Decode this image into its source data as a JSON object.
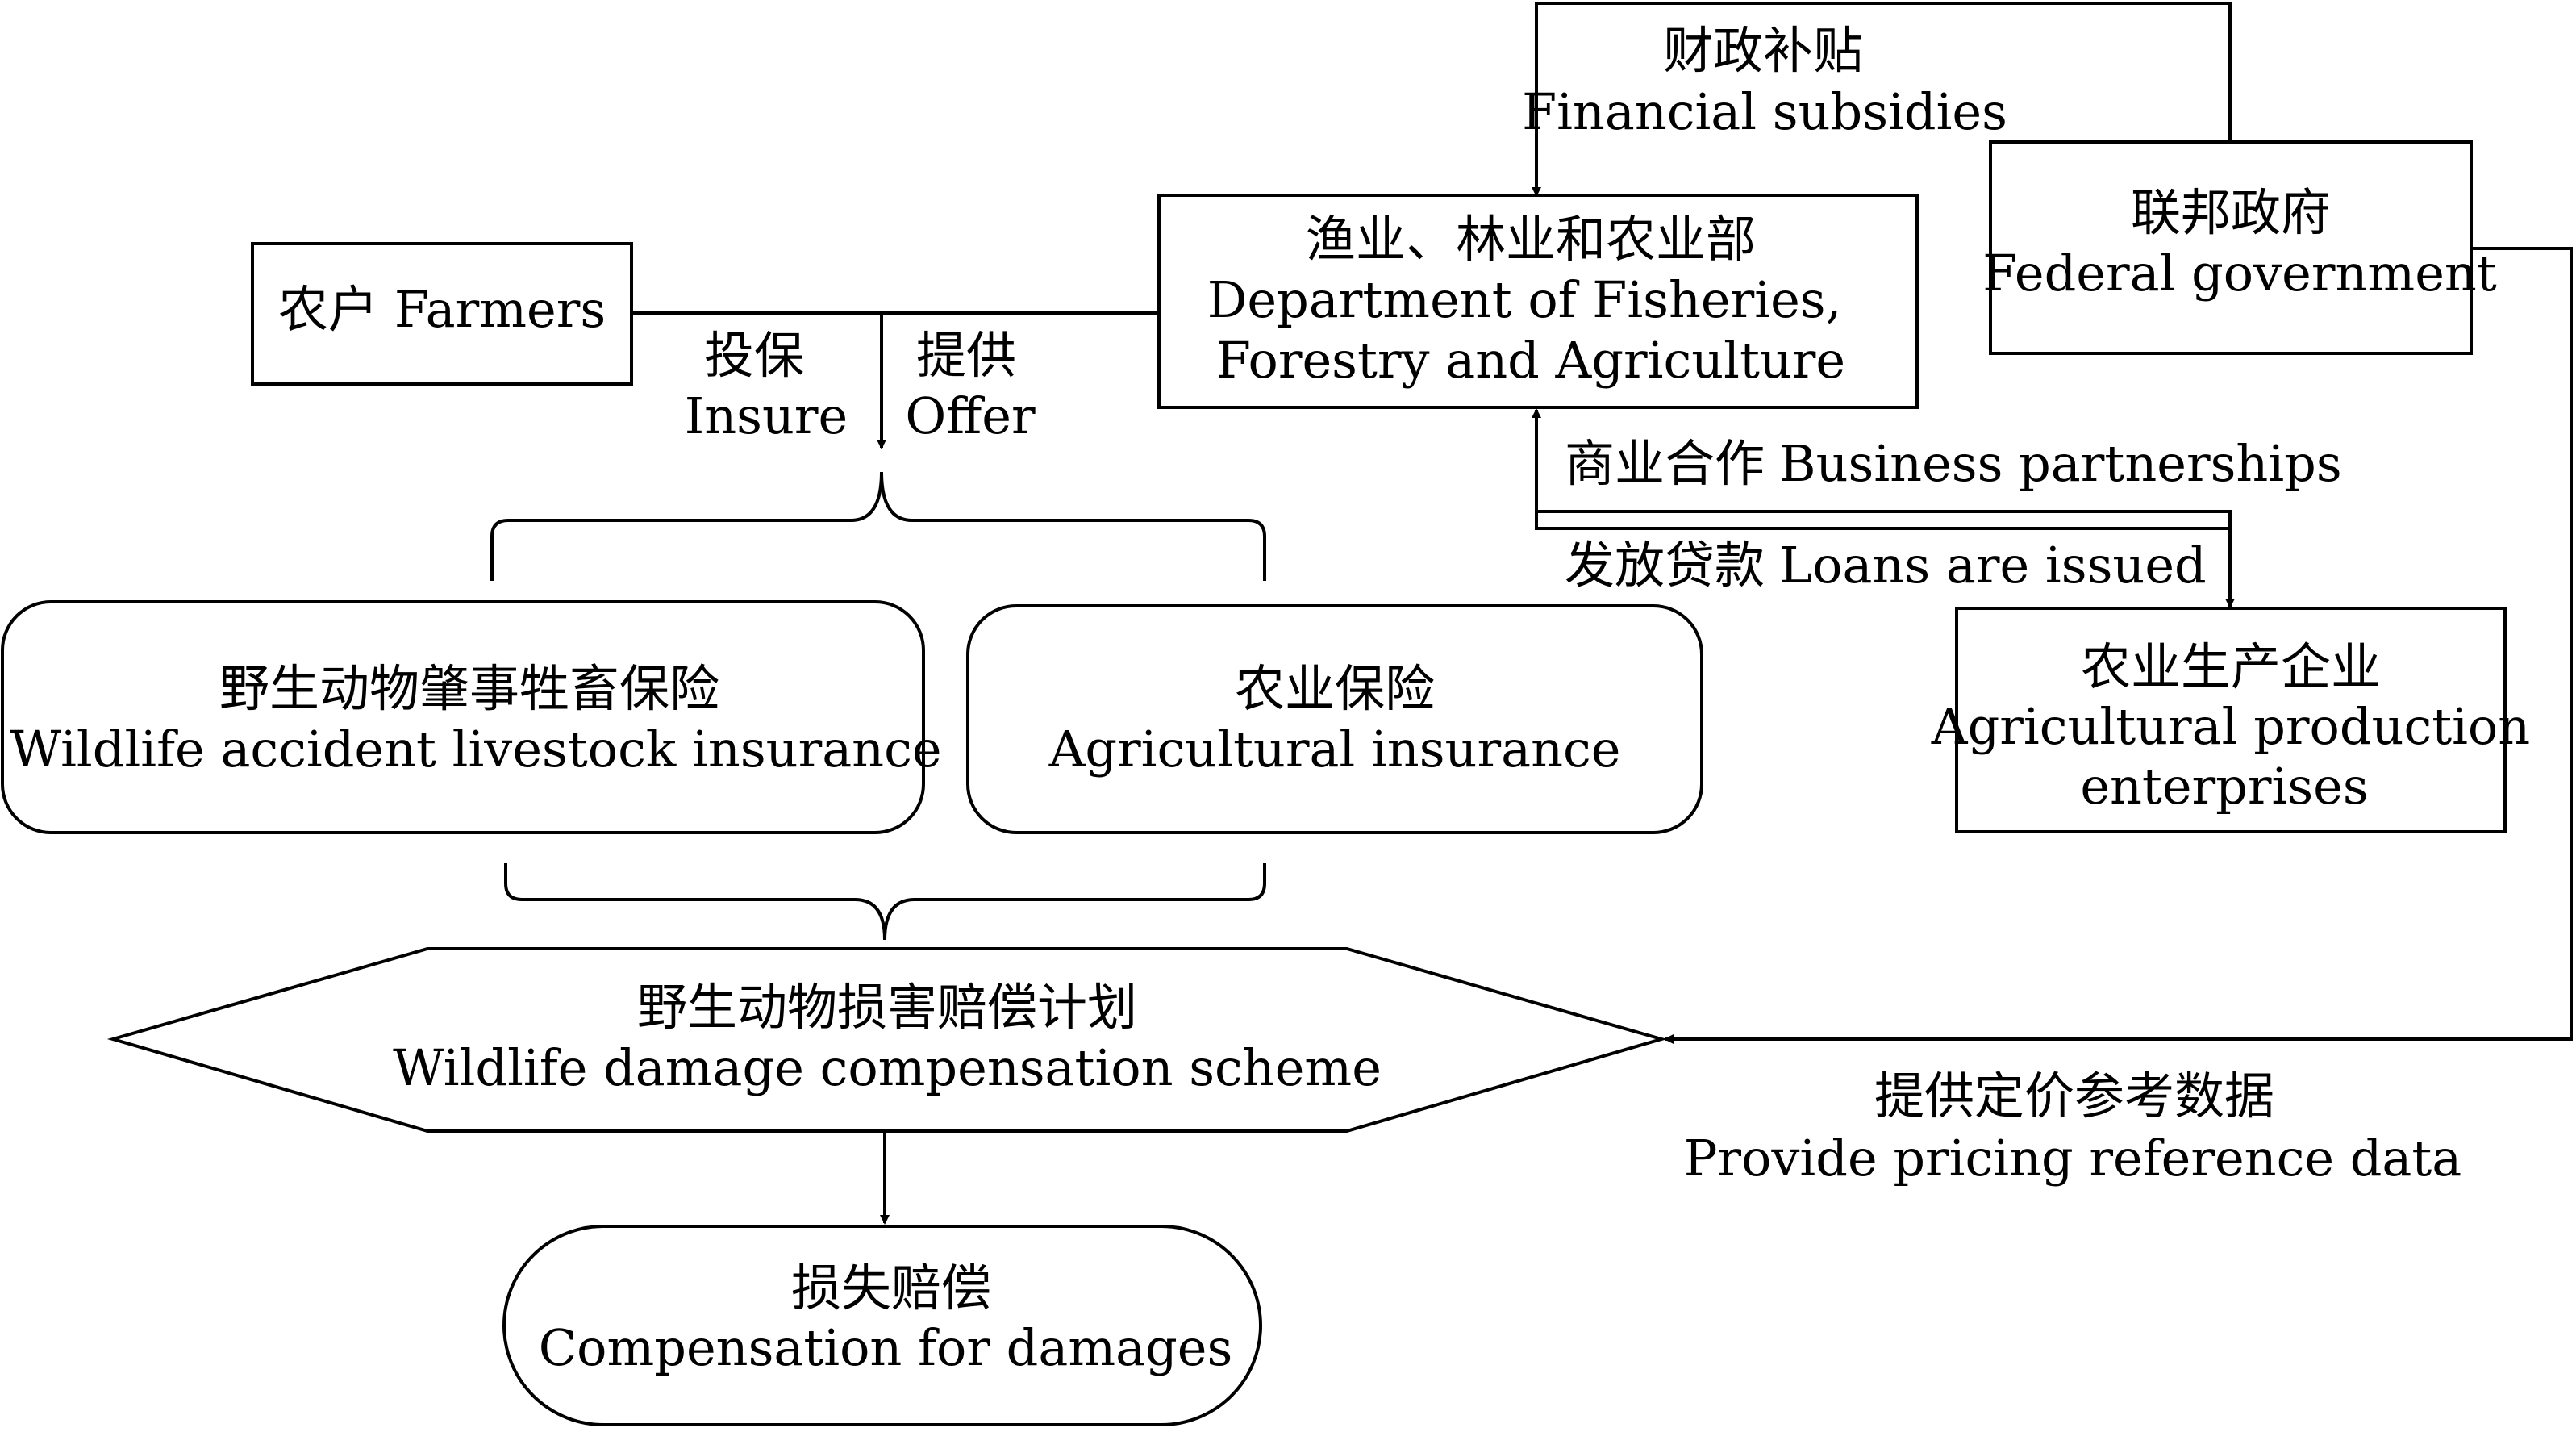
{
  "nodes": {
    "farmers": {
      "zh": "农户",
      "en": "Farmers"
    },
    "department": {
      "zh": "渔业、林业和农业部",
      "en_line1": "Department of Fisheries,",
      "en_line2": "Forestry and Agriculture"
    },
    "federal": {
      "zh": "联邦政府",
      "en": "Federal government"
    },
    "wildlife_insurance": {
      "zh": "野生动物肇事牲畜保险",
      "en": "Wildlife accident livestock insurance"
    },
    "agri_insurance": {
      "zh": "农业保险",
      "en": "Agricultural insurance"
    },
    "enterprises": {
      "zh": "农业生产企业",
      "en_line1": "Agricultural production",
      "en_line2": "enterprises"
    },
    "scheme": {
      "zh": "野生动物损害赔偿计划",
      "en": "Wildlife damage compensation scheme"
    },
    "compensation": {
      "zh": "损失赔偿",
      "en": "Compensation for damages"
    }
  },
  "edges": {
    "insure": {
      "zh": "投保",
      "en": "Insure"
    },
    "offer": {
      "zh": "提供",
      "en": "Offer"
    },
    "subsidies": {
      "zh": "财政补贴",
      "en": "Financial subsidies"
    },
    "partnerships": {
      "zh": "商业合作",
      "en": "Business partnerships"
    },
    "loans": {
      "zh": "发放贷款",
      "en": "Loans are issued"
    },
    "pricing": {
      "zh": "提供定价参考数据",
      "en": "Provide pricing reference data"
    }
  }
}
